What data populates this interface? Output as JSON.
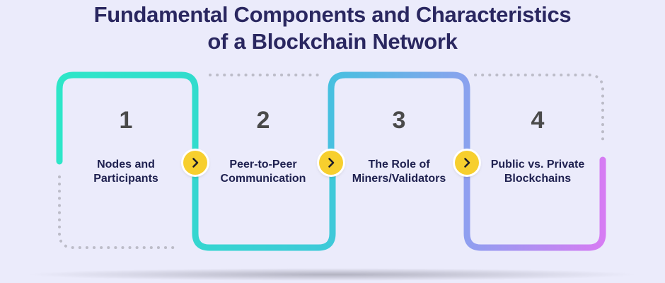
{
  "title": {
    "line1": "Fundamental Components and Characteristics",
    "line2": "of a Blockchain Network"
  },
  "steps": [
    {
      "number": "1",
      "label_line1": "Nodes and",
      "label_line2": "Participants"
    },
    {
      "number": "2",
      "label_line1": "Peer-to-Peer",
      "label_line2": "Communication"
    },
    {
      "number": "3",
      "label_line1": "The Role of",
      "label_line2": "Miners/Validators"
    },
    {
      "number": "4",
      "label_line1": "Public vs. Private",
      "label_line2": "Blockchains"
    }
  ],
  "connectors": [
    {
      "icon": "chevron-right-icon",
      "from": "1",
      "to": "2"
    },
    {
      "icon": "chevron-right-icon",
      "from": "2",
      "to": "3"
    },
    {
      "icon": "chevron-right-icon",
      "from": "3",
      "to": "4"
    }
  ],
  "colors": {
    "title": "#2a2760",
    "background": "#ebebfb",
    "arrow": "#f7cf2e",
    "dotted": "#bcbcc8",
    "gradient_start": "#2ee6c8",
    "gradient_mid": "#5bbce6",
    "gradient_end": "#d57cf3"
  }
}
